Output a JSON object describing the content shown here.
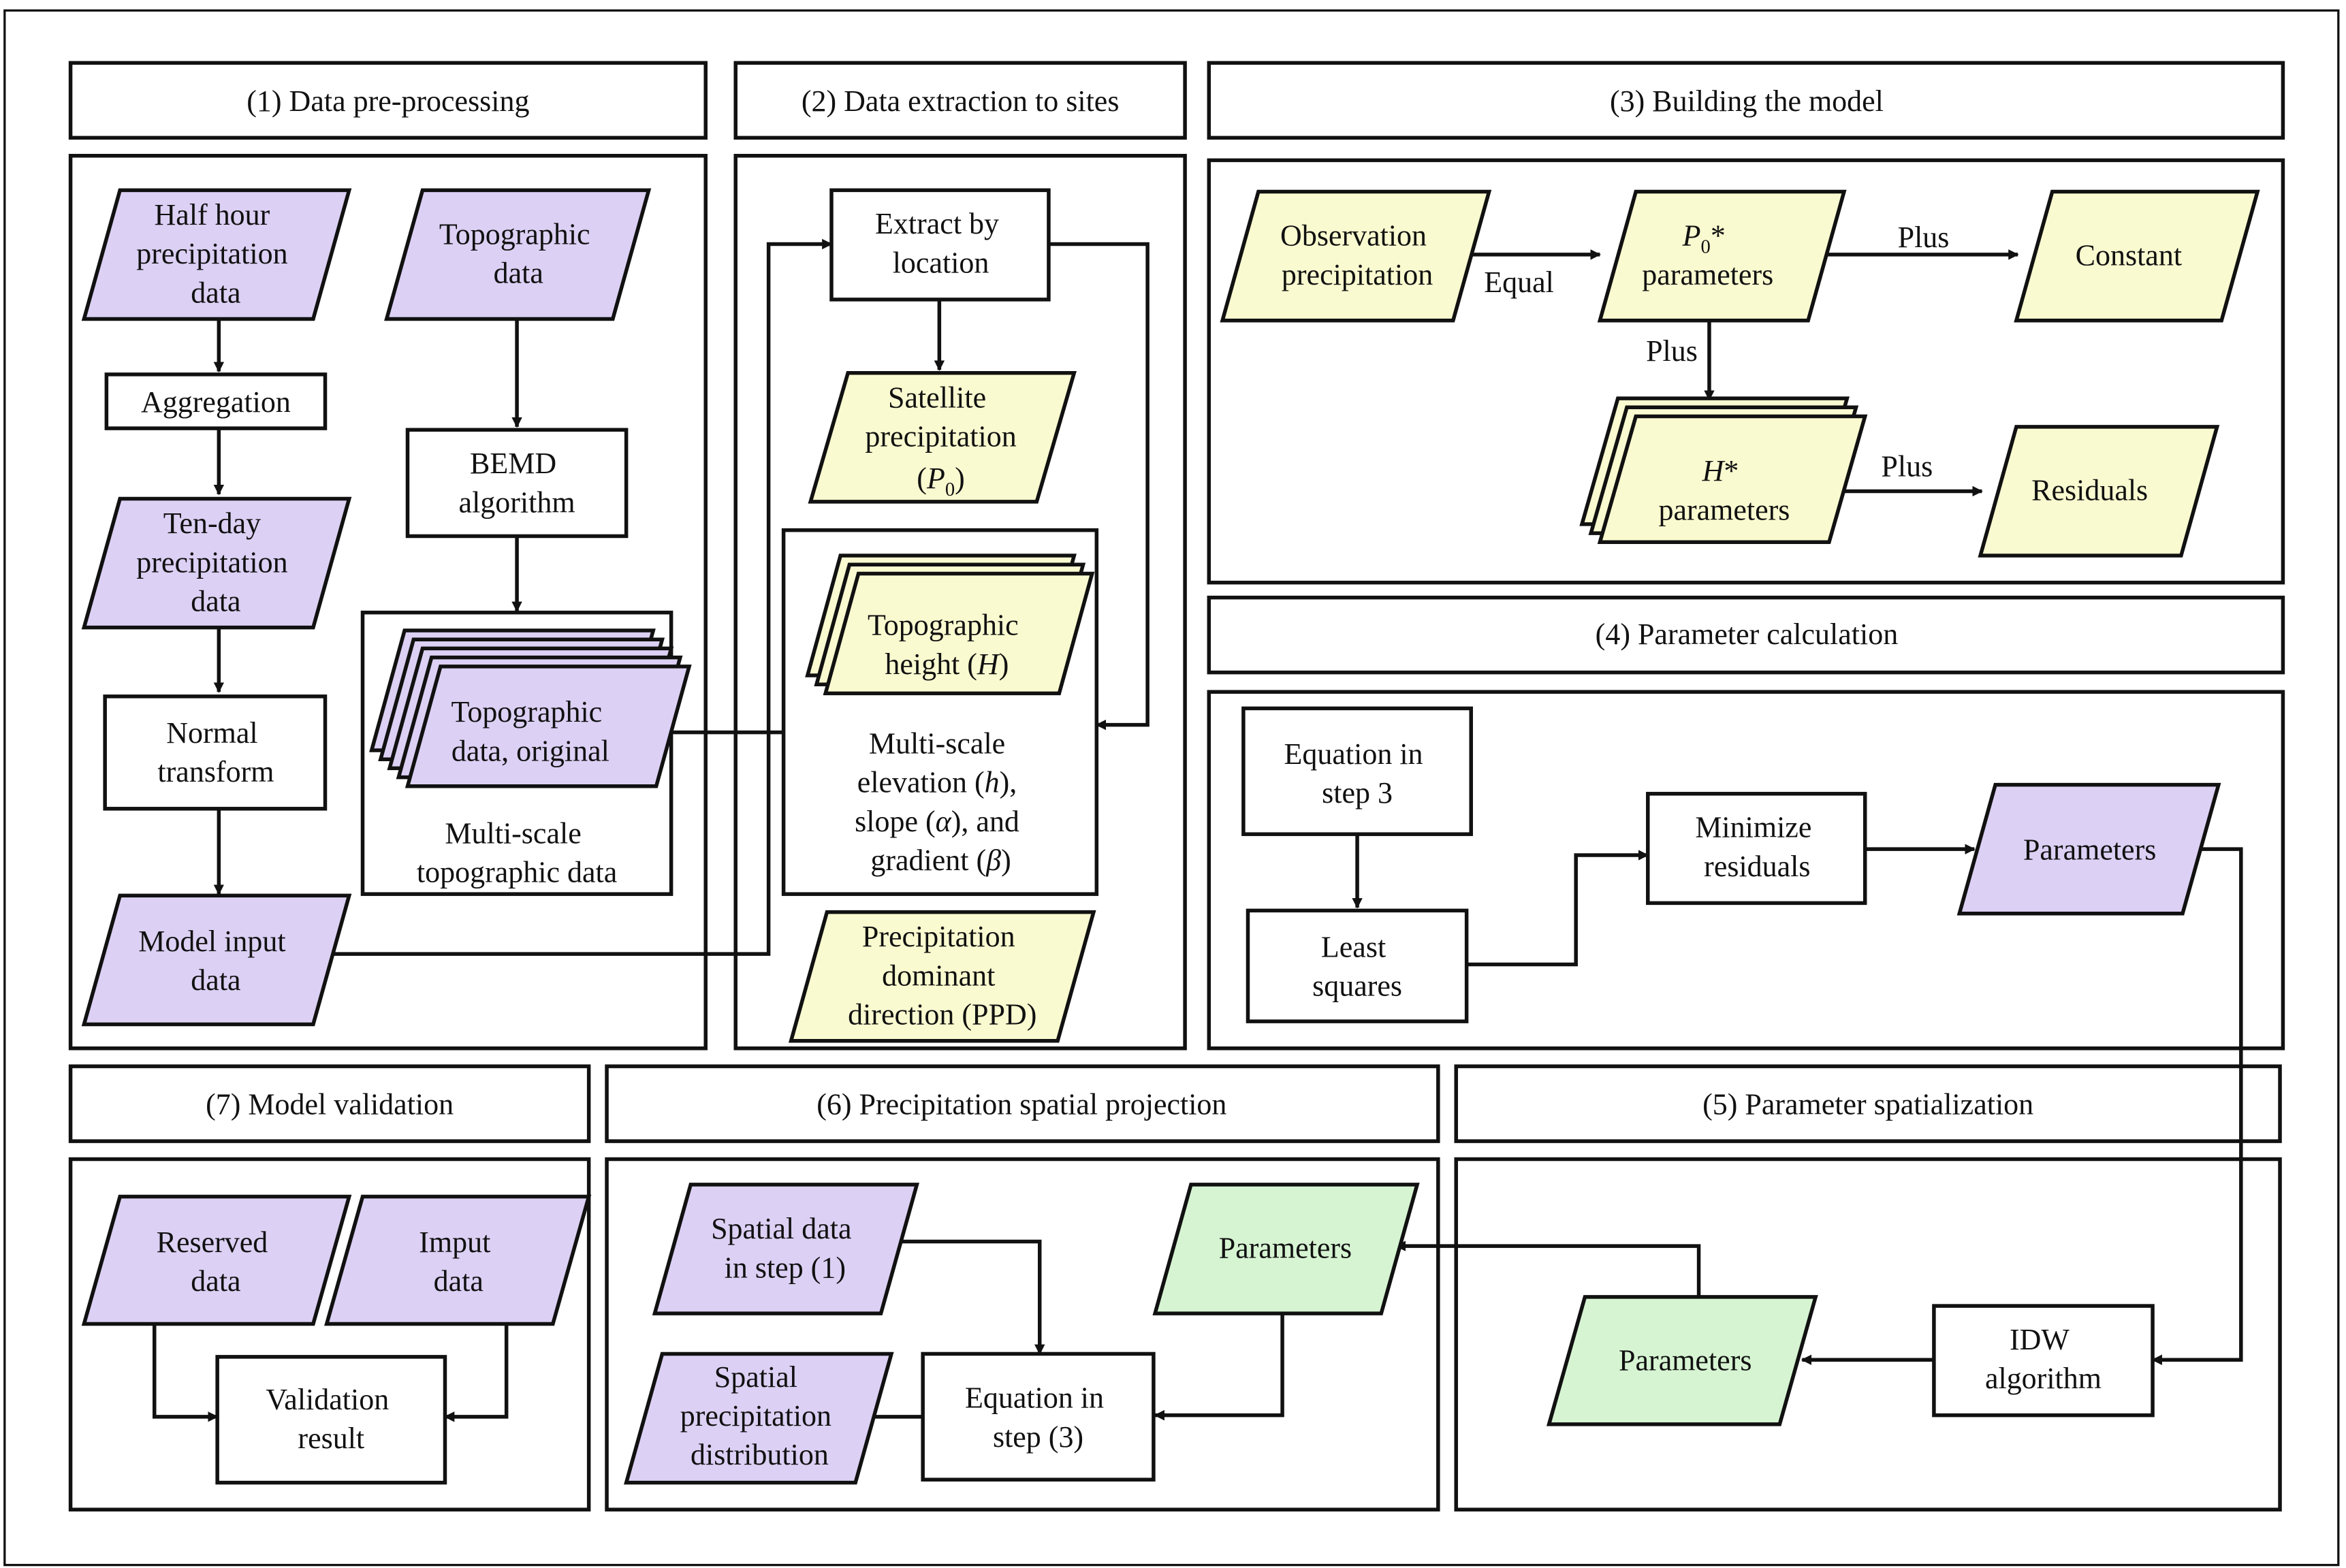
{
  "colors": {
    "purple": "#dcd0f4",
    "yellow": "#fafad0",
    "green": "#d6f4d2",
    "stroke": "#111111",
    "background": "#ffffff"
  },
  "sections": {
    "s1": "(1) Data pre-processing",
    "s2": "(2) Data extraction to sites",
    "s3": "(3) Building the model",
    "s4": "(4) Parameter calculation",
    "s5": "(5) Parameter spatialization",
    "s6": "(6) Precipitation spatial projection",
    "s7": "(7) Model validation"
  },
  "nodes": {
    "half_hour": [
      "Half hour",
      "precipitation",
      "data"
    ],
    "aggregation": [
      "Aggregation"
    ],
    "ten_day": [
      "Ten-day",
      "precipitation",
      "data"
    ],
    "normal_transform": [
      "Normal",
      "transform"
    ],
    "model_input": [
      "Model input",
      "data"
    ],
    "topo_data": [
      "Topographic",
      "data"
    ],
    "bemd": [
      "BEMD",
      "algorithm"
    ],
    "topo_original": [
      "Topographic",
      "data, original"
    ],
    "multiscale_topo": [
      "Multi-scale",
      "topographic data"
    ],
    "extract": [
      "Extract by",
      "location"
    ],
    "satellite": [
      "Satellite",
      "precipitation"
    ],
    "p0_label": "P",
    "p0_sub": "0",
    "topo_height": [
      "Topographic",
      "height (",
      "H",
      ")"
    ],
    "multiscale_elev": [
      "Multi-scale",
      "elevation (",
      "h",
      "),",
      "slope (",
      "α",
      "), and",
      "gradient (",
      "β",
      ")"
    ],
    "ppd": [
      "Precipitation",
      "dominant",
      "direction (PPD)"
    ],
    "obs_precip": [
      "Observation",
      "precipitation"
    ],
    "p0_params": [
      "P",
      "0",
      "*",
      "parameters"
    ],
    "constant": [
      "Constant"
    ],
    "h_params": [
      "H",
      "*",
      "parameters"
    ],
    "residuals": [
      "Residuals"
    ],
    "eq_step3": [
      "Equation in",
      "step 3"
    ],
    "least_squares": [
      "Least",
      "squares"
    ],
    "minimize": [
      "Minimize",
      "residuals"
    ],
    "parameters_s4": [
      "Parameters"
    ],
    "idw": [
      "IDW",
      "algorithm"
    ],
    "parameters_s5": [
      "Parameters"
    ],
    "parameters_s6": [
      "Parameters"
    ],
    "spatial_data": [
      "Spatial data",
      "in step (1)"
    ],
    "eq_step3_s6": [
      "Equation in",
      "step (3)"
    ],
    "spatial_dist": [
      "Spatial",
      "precipitation",
      "distribution"
    ],
    "reserved": [
      "Reserved",
      "data"
    ],
    "imput": [
      "Imput",
      "data"
    ],
    "validation": [
      "Validation",
      "result"
    ]
  },
  "edge_labels": {
    "equal": "Equal",
    "plus_constant": "Plus",
    "plus_down": "Plus",
    "plus_residuals": "Plus"
  }
}
